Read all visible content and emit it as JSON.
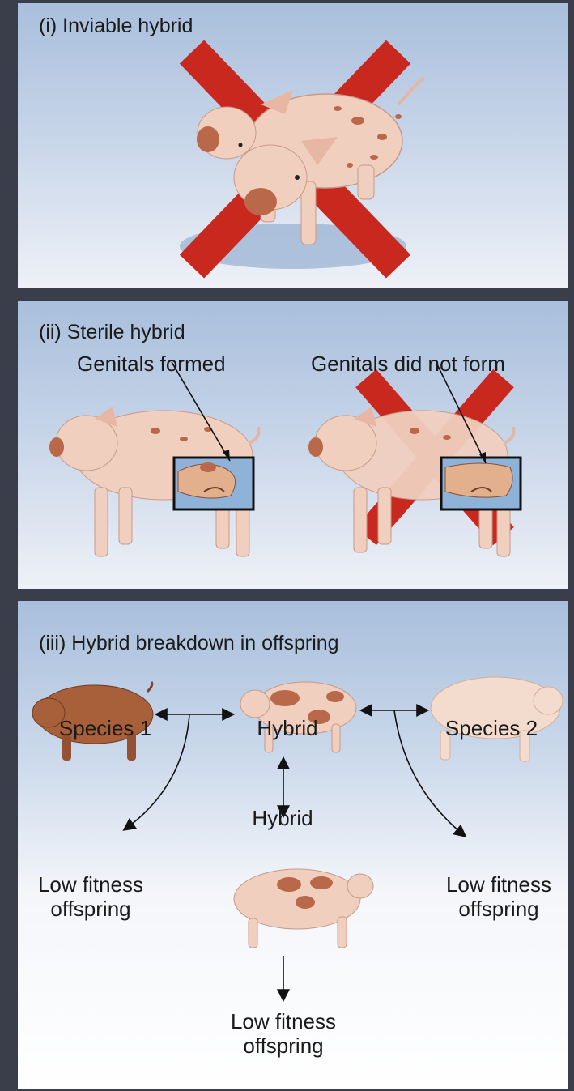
{
  "panels": [
    {
      "title_prefix": "(i)",
      "title_text": "Inviable hybrid"
    },
    {
      "title_prefix": "(ii)",
      "title_text": "Sterile hybrid",
      "labels": [
        "Genitals formed",
        "Genitals did not form"
      ]
    },
    {
      "title_prefix": "(iii)",
      "title_text": "Hybrid breakdown in offspring",
      "nodes": {
        "species1": "Species 1",
        "hybrid": "Hybrid",
        "species2": "Species 2",
        "hybrid_offspring": "Hybrid",
        "low_fitness_left": [
          "Low fitness",
          "offspring"
        ],
        "low_fitness_right": [
          "Low fitness",
          "offspring"
        ],
        "low_fitness_bottom": [
          "Low fitness",
          "offspring"
        ]
      }
    }
  ],
  "colors": {
    "background": "#3a3d4a",
    "sky": "#a9bfdc",
    "cross": "#c8281e",
    "pig": "#f1cfbf",
    "spot": "#b9694a",
    "brown_pig": "#a8603a",
    "inset": "#8fb2d8"
  }
}
